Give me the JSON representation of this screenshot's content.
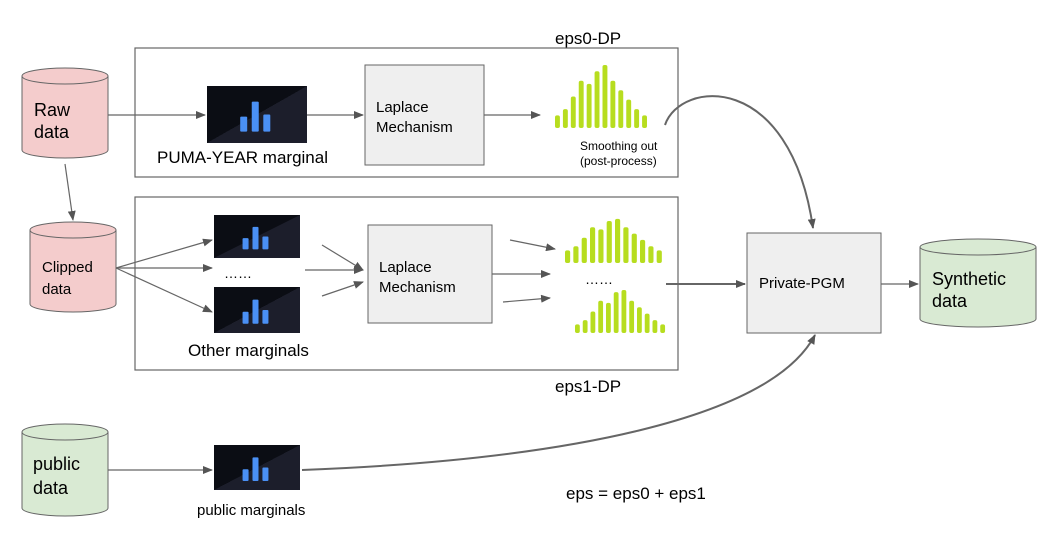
{
  "stores": {
    "raw": {
      "line1": "Raw",
      "line2": "data",
      "color": "#f4cccc"
    },
    "clipped": {
      "line1": "Clipped",
      "line2": "data",
      "color": "#f4cccc"
    },
    "public": {
      "line1": "public",
      "line2": "data",
      "color": "#d9ead3"
    },
    "synthetic": {
      "line1": "Synthetic",
      "line2": "data",
      "color": "#d9ead3"
    }
  },
  "eps0_box": {
    "label": "eps0-DP",
    "marginal_label": "PUMA-YEAR marginal",
    "mechanism_line1": "Laplace",
    "mechanism_line2": "Mechanism",
    "smoothing_line1": "Smoothing out",
    "smoothing_line2": "(post-process)"
  },
  "eps1_box": {
    "label": "eps1-DP",
    "marginal_label": "Other marginals",
    "ellipsis": "……",
    "mechanism_line1": "Laplace",
    "mechanism_line2": "Mechanism",
    "output_ellipsis": "……"
  },
  "public_marginal_label": "public marginals",
  "pgm_label": "Private-PGM",
  "equation": "eps = eps0 + eps1",
  "colors": {
    "histogram": "#b7dd1f",
    "marginal_bg": "#13151f",
    "marginal_bar": "#4a90f5",
    "mechanism_bg": "#efefef"
  }
}
